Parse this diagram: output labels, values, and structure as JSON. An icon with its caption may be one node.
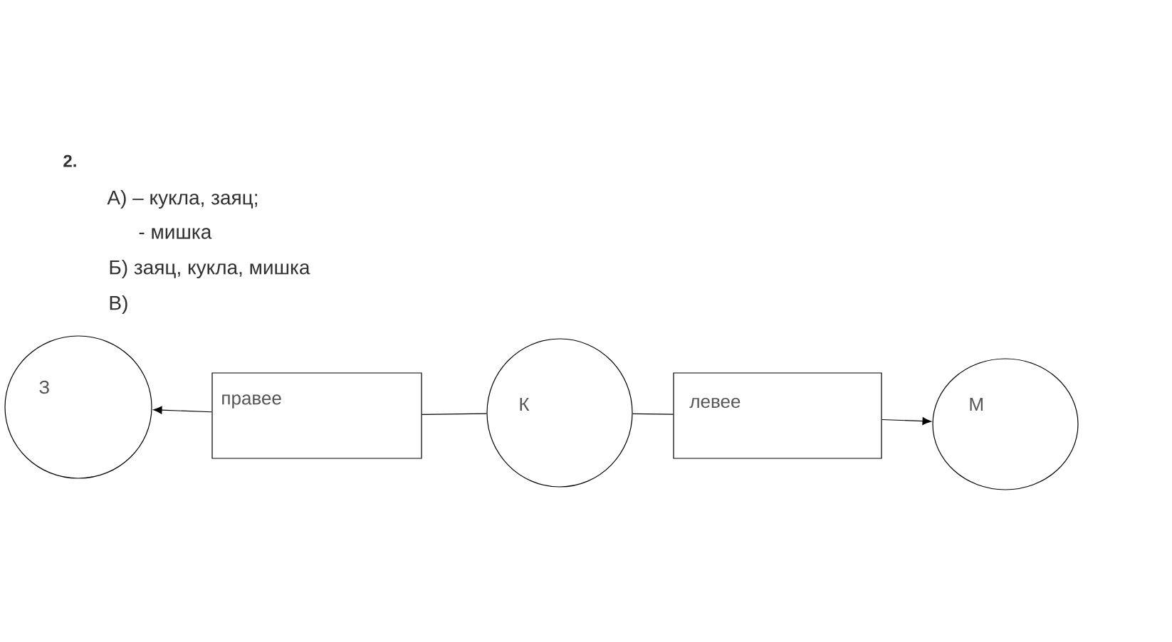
{
  "diagram": {
    "nodes": [
      {
        "text": [
          "З"
        ]
      },
      {
        "text": [
          "правее"
        ]
      },
      {
        "text": [
          "К"
        ]
      },
      {
        "text": [
          "левее"
        ]
      },
      {
        "text": [
          "М"
        ]
      }
    ],
    "edges": [
      {
        "from": 1,
        "to": 0,
        "arrow": "to"
      },
      {
        "from": 1,
        "to": 2,
        "arrow": "none"
      },
      {
        "from": 2,
        "to": 3,
        "arrow": "none"
      },
      {
        "from": 3,
        "to": 4,
        "arrow": "to"
      }
    ],
    "labels": [
      "2.",
      "А) – кукла, заяц;",
      "- мишка",
      "Б) заяц, кукла, мишка",
      "В)"
    ]
  }
}
